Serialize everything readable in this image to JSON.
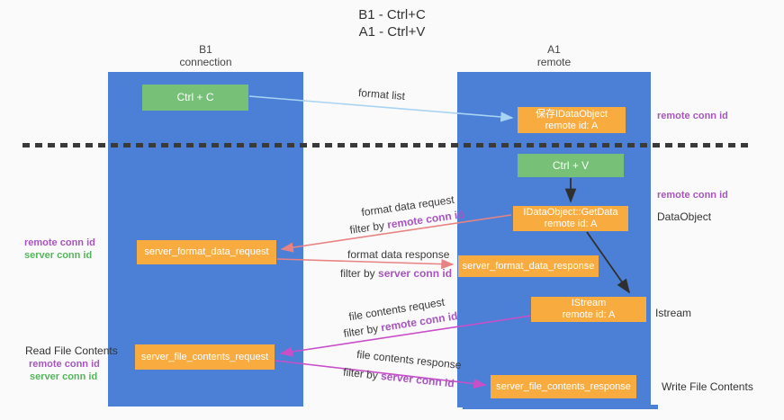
{
  "title": {
    "line1": "B1 - Ctrl+C",
    "line2": "A1 - Ctrl+V"
  },
  "lanes": {
    "b1": {
      "title": "B1",
      "subtitle": "connection"
    },
    "a1": {
      "title": "A1",
      "subtitle": "remote"
    }
  },
  "nodes": {
    "ctrl_c": {
      "label": "Ctrl + C"
    },
    "save_idataobject": {
      "line1": "保存IDataObject",
      "line2": "remote id: A"
    },
    "ctrl_v": {
      "label": "Ctrl + V"
    },
    "getdata": {
      "line1": "IDataObject::GetData",
      "line2": "remote id: A"
    },
    "server_format_data_request": {
      "label": "server_format_data_request"
    },
    "server_format_data_response": {
      "label": "server_format_data_response"
    },
    "istream": {
      "line1": "IStream",
      "line2": "remote id: A"
    },
    "server_file_contents_request": {
      "label": "server_file_contents_request"
    },
    "server_file_contents_response": {
      "label": "server_file_contents_response"
    }
  },
  "edges": {
    "format_list": "format list",
    "format_data_request": "format data request",
    "format_data_response": "format data response",
    "file_contents_request": "file contents request",
    "file_contents_response": "file contents response",
    "filter_by": "filter by ",
    "remote_conn_id": "remote conn id",
    "server_conn_id": "server conn id"
  },
  "annotations": {
    "right": {
      "remote_conn_id_top": "remote conn id",
      "remote_conn_id_mid": "remote conn id",
      "dataobject": "DataObject",
      "istream": "Istream",
      "write_file_contents": "Write File Contents"
    },
    "left": {
      "remote_conn_id_mid": "remote conn id",
      "server_conn_id_mid": "server conn id",
      "read_file_contents": "Read File Contents",
      "remote_conn_id_bottom": "remote conn id",
      "server_conn_id_bottom": "server conn id"
    }
  },
  "colors": {
    "lane_blue": "#4b80d6",
    "box_orange": "#f8ac40",
    "box_green": "#76c078",
    "arrow_salmon": "#e88383",
    "arrow_magenta": "#c94fc9",
    "arrow_light_blue": "#a9d3f2",
    "arrow_black": "#2f2f2f",
    "label_purple": "#a855c0",
    "label_green": "#56b45c"
  }
}
